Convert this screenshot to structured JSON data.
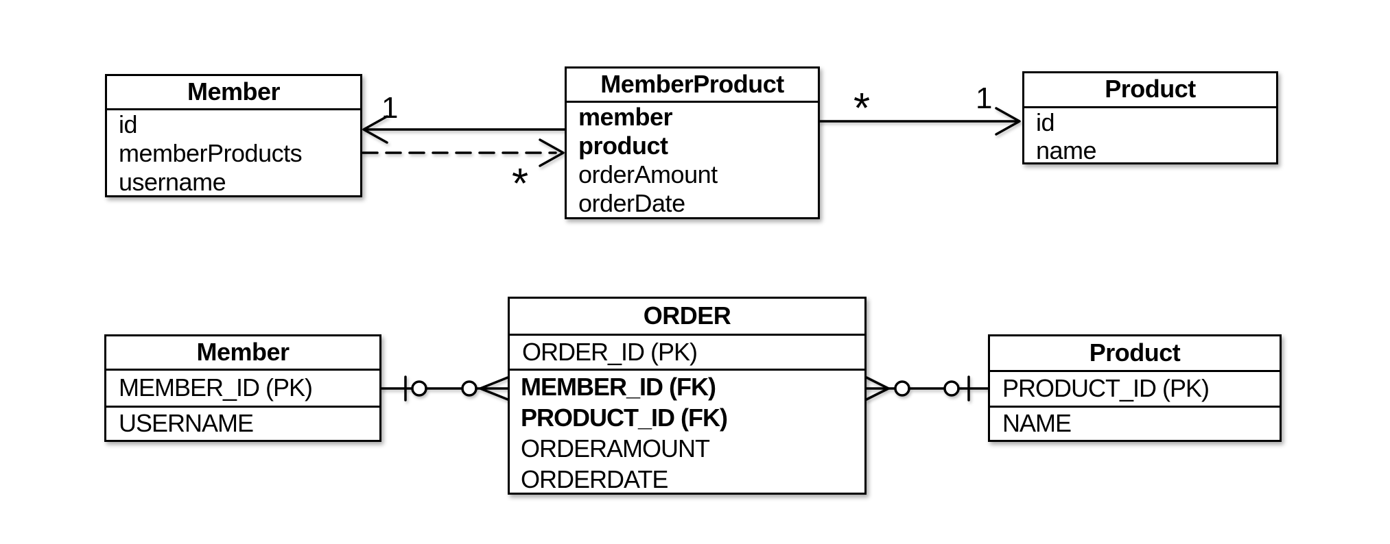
{
  "uml": {
    "member": {
      "title": "Member",
      "attributes": [
        "id",
        "memberProducts",
        "username"
      ]
    },
    "member_product": {
      "title": "MemberProduct",
      "attributes": [
        "member",
        "product",
        "orderAmount",
        "orderDate"
      ]
    },
    "product": {
      "title": "Product",
      "attributes": [
        "id",
        "name"
      ]
    },
    "multiplicities": {
      "member_end": "1",
      "dependency_end": "*",
      "product_assoc_source": "*",
      "product_end": "1"
    }
  },
  "er": {
    "member": {
      "title": "Member",
      "rows": [
        "MEMBER_ID (PK)",
        "USERNAME"
      ]
    },
    "order": {
      "title": "ORDER",
      "primary_key_row": "ORDER_ID (PK)",
      "rows": [
        "MEMBER_ID (FK)",
        "PRODUCT_ID (FK)",
        "ORDERAMOUNT",
        "ORDERDATE"
      ]
    },
    "product": {
      "title": "Product",
      "rows": [
        "PRODUCT_ID (PK)",
        "NAME"
      ]
    }
  },
  "colors": {
    "stroke": "#000000",
    "box_fill": "#ffffff",
    "background": "#ffffff"
  }
}
